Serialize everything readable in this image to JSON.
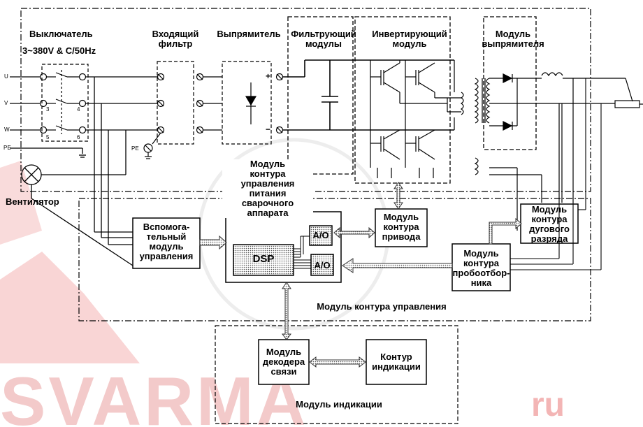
{
  "watermark": {
    "text": "SVARMA",
    "tld": "ru",
    "color": "#e9a3a3"
  },
  "labels": {
    "switch_title": "Выключатель",
    "switch_spec": "3~380V & C/50Hz",
    "input_filter": "Входящий\nфильтр",
    "rectifier": "Выпрямитель",
    "filter_module": "Фильтрующий\nмодулы",
    "inverter_module": "Инвертирующий\nмодуль",
    "output_rectifier": "Модуль\nвыпрямителя",
    "fan": "Вентилятор",
    "power_control": "Модуль\nконтура\nуправления\nпитания\nсварочного\nаппарата",
    "aux_control": "Вспомога-\nтельный\nмодуль\nуправления",
    "dsp": "DSP",
    "ao_top": "A/O",
    "ao_bottom": "A/O",
    "drive_module": "Модуль\nконтура\nпривода",
    "arc_module": "Модуль\nконтура\nдугового\nразряда",
    "sampler_module": "Модуль\nконтура\nпробоотбор-\nника",
    "control_circuit": "Модуль контура управления",
    "decoder_module": "Модуль\nдекодера\nсвязи",
    "display_circuit": "Контур\nиндикации",
    "display_module": "Модуль индикации"
  },
  "terminals": {
    "u": "U",
    "v": "V",
    "w": "W",
    "pe": "PE",
    "pe2": "PE",
    "n3": "3",
    "n4": "4",
    "n5": "5",
    "n6": "6",
    "plus": "+",
    "minus": "−"
  }
}
